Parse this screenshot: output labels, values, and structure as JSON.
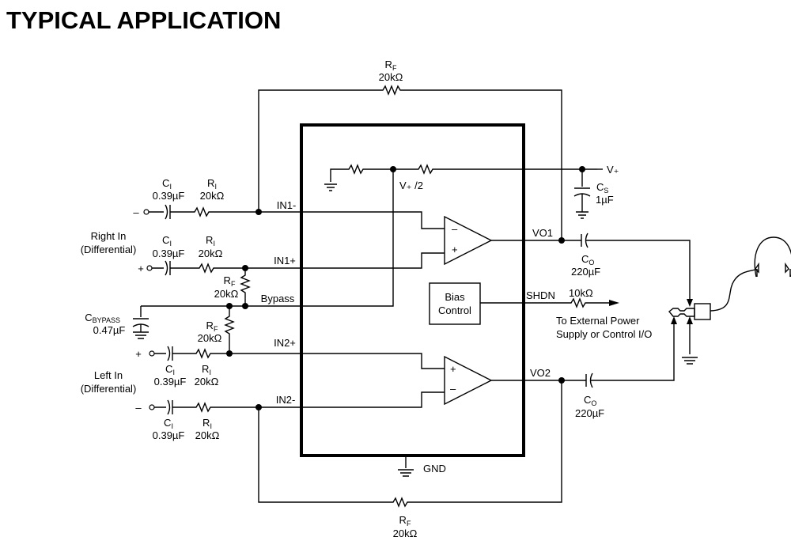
{
  "title": "TYPICAL APPLICATION",
  "labels": {
    "rf_top_name": "R",
    "rf_top_sub": "F",
    "rf_top_val": "20kΩ",
    "rf_bot_name": "R",
    "rf_bot_sub": "F",
    "rf_bot_val": "20kΩ",
    "ci1_name": "C",
    "ci1_sub": "I",
    "ci1_val": "0.39µF",
    "ri1_name": "R",
    "ri1_sub": "I",
    "ri1_val": "20kΩ",
    "ci2_name": "C",
    "ci2_sub": "I",
    "ci2_val": "0.39µF",
    "ri2_name": "R",
    "ri2_sub": "I",
    "ri2_val": "20kΩ",
    "ci3_name": "C",
    "ci3_sub": "I",
    "ci3_val": "0.39µF",
    "ri3_name": "R",
    "ri3_sub": "I",
    "ri3_val": "20kΩ",
    "ci4_name": "C",
    "ci4_sub": "I",
    "ci4_val": "0.39µF",
    "ri4_name": "R",
    "ri4_sub": "I",
    "ri4_val": "20kΩ",
    "rf_mid1_name": "R",
    "rf_mid1_sub": "F",
    "rf_mid1_val": "20kΩ",
    "rf_mid2_name": "R",
    "rf_mid2_sub": "F",
    "rf_mid2_val": "20kΩ",
    "cbypass_name": "C",
    "cbypass_sub": "BYPASS",
    "cbypass_val": "0.47µF",
    "right_in_1": "Right In",
    "right_in_2": "(Differential)",
    "left_in_1": "Left In",
    "left_in_2": "(Differential)",
    "minus": "–",
    "plus": "+",
    "in1m": "IN1-",
    "in1p": "IN1+",
    "bypass": "Bypass",
    "in2p": "IN2+",
    "in2m": "IN2-",
    "vplus_half": "V₊ /2",
    "vplus": "V₊",
    "cs_name": "C",
    "cs_sub": "S",
    "cs_val": "1µF",
    "vo1": "VO1",
    "vo2": "VO2",
    "co1_name": "C",
    "co1_sub": "O",
    "co1_val": "220µF",
    "co2_name": "C",
    "co2_sub": "O",
    "co2_val": "220µF",
    "bias_1": "Bias",
    "bias_2": "Control",
    "shdn": "SHDN",
    "r_shdn_val": "10kΩ",
    "ext_1": "To External Power",
    "ext_2": "Supply or Control I/O",
    "gnd": "GND",
    "opamp_minus": "–",
    "opamp_plus": "+"
  }
}
